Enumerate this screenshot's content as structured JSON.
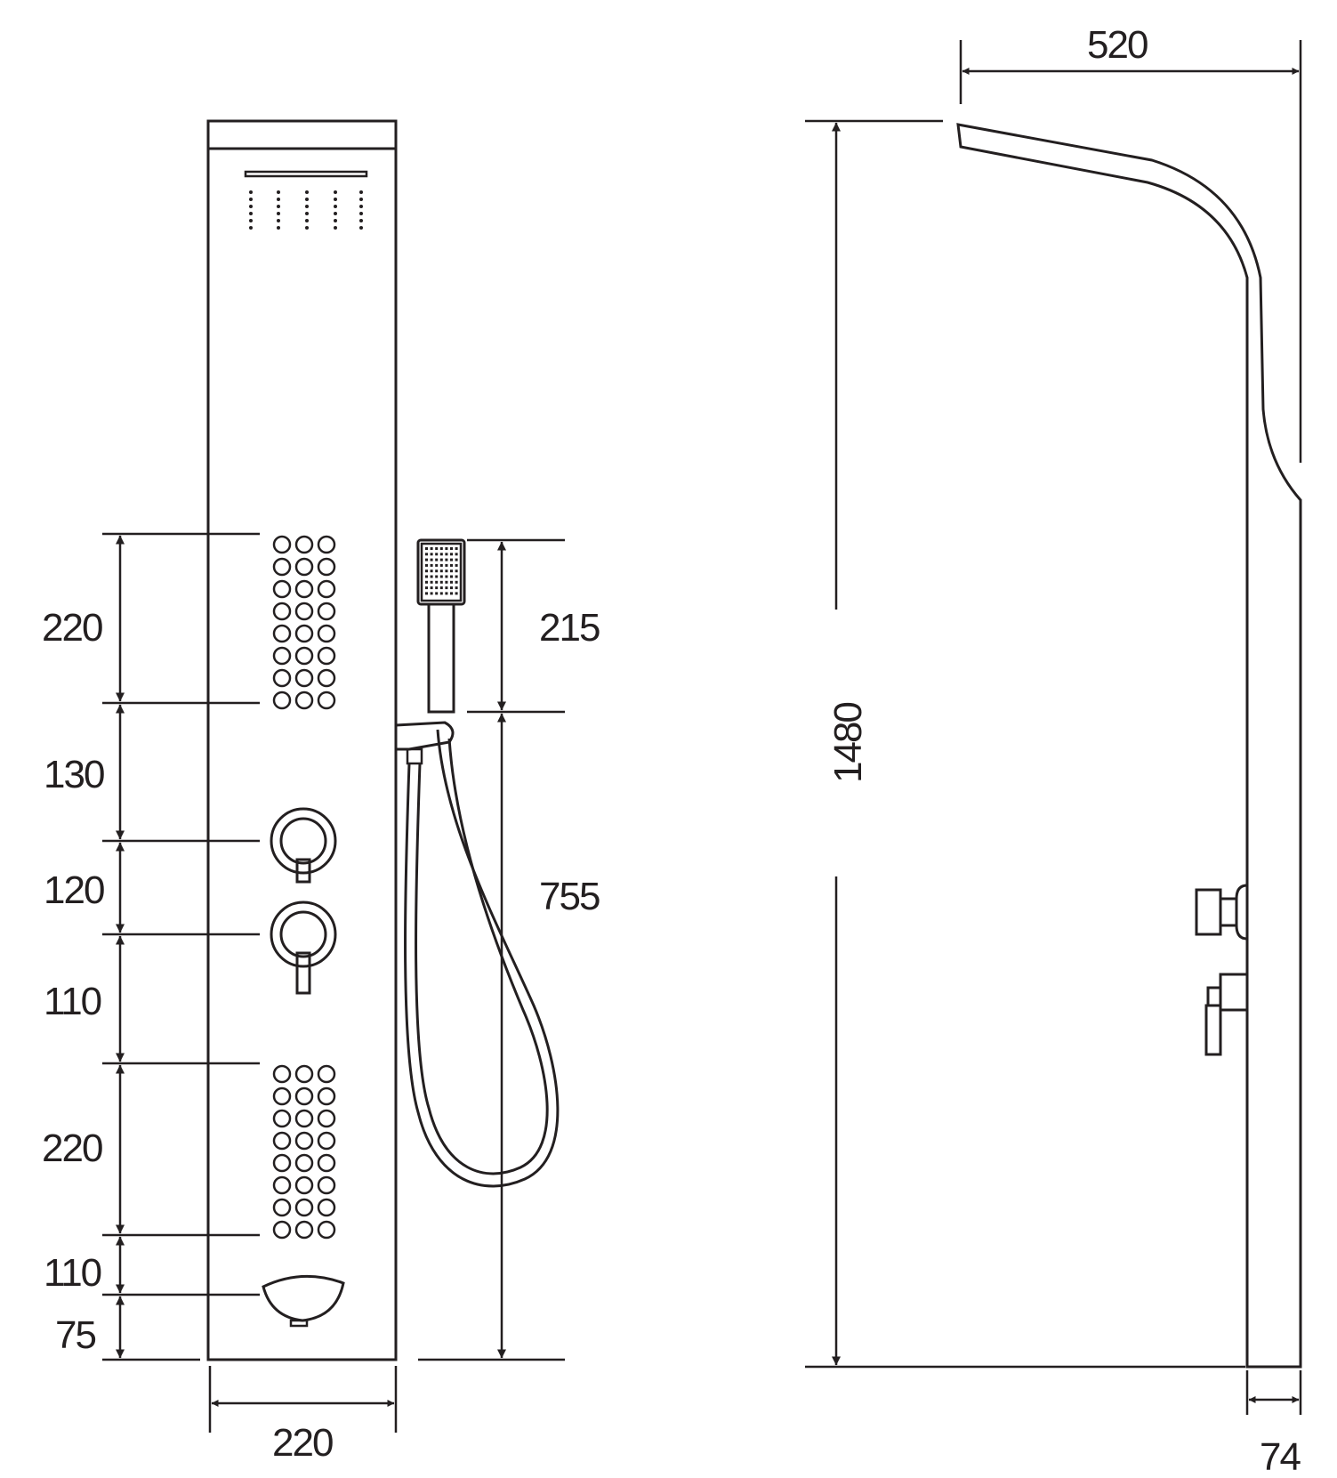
{
  "dimensions": {
    "front_spray1": "220",
    "front_gap1": "130",
    "front_valve_spacing": "120",
    "front_gap2": "110",
    "front_spray2": "220",
    "front_gap3": "110",
    "front_bottom": "75",
    "front_width": "220",
    "handshower_length": "215",
    "hose_height": "755",
    "side_depth": "520",
    "side_height": "1480",
    "side_thickness": "74"
  },
  "colors": {
    "line": "#231f20",
    "background": "#ffffff"
  }
}
